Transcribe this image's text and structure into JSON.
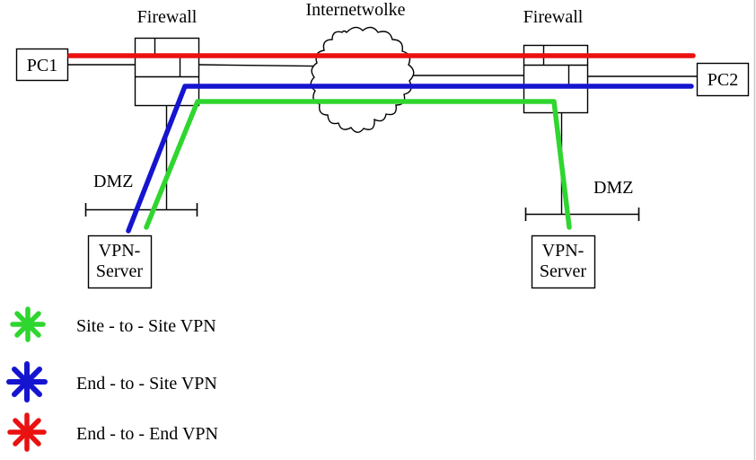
{
  "diagram": {
    "nodes": {
      "pc1": "PC1",
      "pc2": "PC2",
      "firewall_left": "Firewall",
      "firewall_right": "Firewall",
      "cloud": "Internetwolke",
      "dmz_left": "DMZ",
      "dmz_right": "DMZ",
      "vpn_server_left": {
        "line1": "VPN-",
        "line2": "Server"
      },
      "vpn_server_right": {
        "line1": "VPN-",
        "line2": "Server"
      }
    },
    "colors": {
      "site_to_site": "#2fd62f",
      "end_to_site": "#1515d0",
      "end_to_end": "#ea1111",
      "outline": "#000000"
    }
  },
  "legend": {
    "items": [
      {
        "icon": "asterisk-icon",
        "label": "Site - to - Site VPN",
        "color": "#2fd62f"
      },
      {
        "icon": "asterisk-icon",
        "label": "End - to - Site VPN",
        "color": "#1515d0"
      },
      {
        "icon": "asterisk-icon",
        "label": "End - to - End VPN",
        "color": "#ea1111"
      }
    ]
  }
}
